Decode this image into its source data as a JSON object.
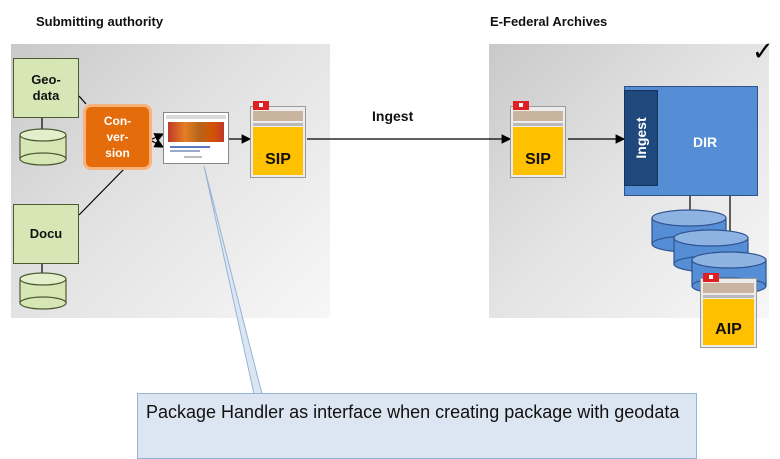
{
  "left_section": {
    "heading": "Submitting authority",
    "geo_label": "Geo-\ndata",
    "docu_label": "Docu",
    "conversion_label": "Con-\nver-\nsion",
    "sip_label": "SIP"
  },
  "right_section": {
    "heading": "E-Federal Archives",
    "sip_label": "SIP",
    "ingest_bar_label": "Ingest",
    "dir_label": "DIR",
    "aip_label": "AIP",
    "checkmark": "✓"
  },
  "flow": {
    "ingest_label": "Ingest"
  },
  "callout": {
    "text": "Package Handler as interface when creating package with geodata"
  },
  "colors": {
    "green_box": "#d6e7b5",
    "conversion": "#e46c0a",
    "package_body": "#ffc000",
    "dir": "#558ed5",
    "ingest_bar": "#1f497d",
    "callout": "#dce6f2"
  }
}
